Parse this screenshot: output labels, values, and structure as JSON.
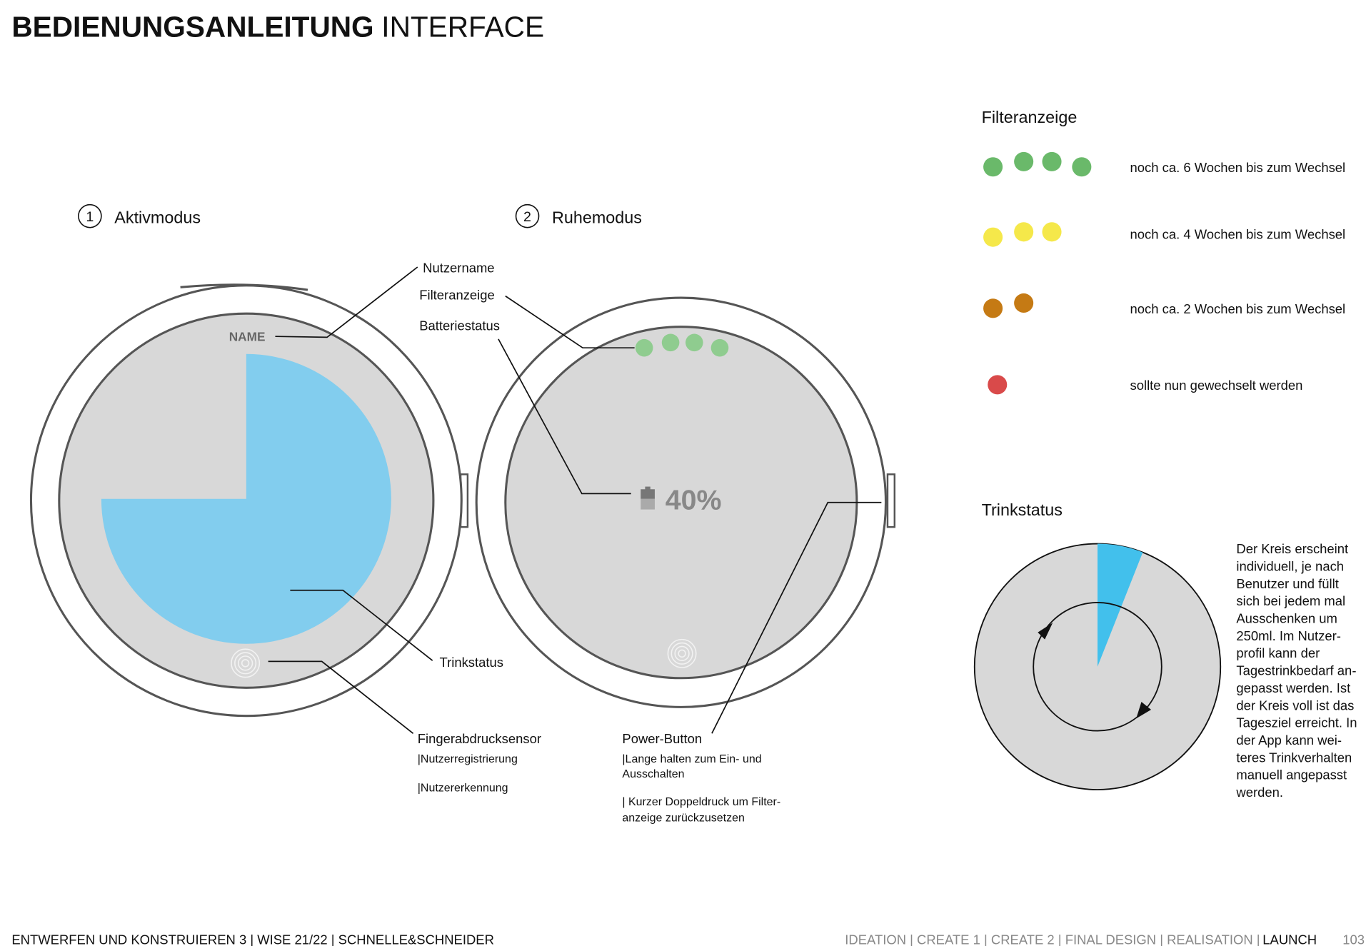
{
  "header": {
    "title_bold": "BEDIENUNGSANLEITUNG",
    "title_light": "INTERFACE"
  },
  "modes": [
    {
      "number": "1",
      "label": "Aktivmodus"
    },
    {
      "number": "2",
      "label": "Ruhemodus"
    }
  ],
  "watch_active": {
    "name_display": "NAME",
    "drink_progress_percent": 75
  },
  "watch_rest": {
    "battery_text": "40%",
    "battery_percent": 40,
    "filter_dots": 4
  },
  "callouts": {
    "nutzername": "Nutzername",
    "filteranzeige": "Filteranzeige",
    "batteriestatus": "Batteriestatus",
    "trinkstatus": "Trinkstatus",
    "fingerprint": {
      "title": "Fingerabdrucksensor",
      "lines": [
        "|Nutzerregistrierung",
        "|Nutzererkennung"
      ]
    },
    "power": {
      "title": "Power-Button",
      "lines": [
        "|Lange halten zum Ein- und",
        "Ausschalten",
        "| Kurzer Doppeldruck um Filter-",
        "anzeige zurückzusetzen"
      ]
    }
  },
  "legend": {
    "title": "Filteranzeige",
    "rows": [
      {
        "dots": 4,
        "color": "#6ab96a",
        "text": "noch ca. 6 Wochen bis zum Wechsel"
      },
      {
        "dots": 3,
        "color": "#f5e84a",
        "text": "noch ca. 4 Wochen bis zum Wechsel"
      },
      {
        "dots": 2,
        "color": "#c57a14",
        "text": "noch ca. 2 Wochen bis zum Wechsel"
      },
      {
        "dots": 1,
        "color": "#d94a4a",
        "text": "sollte nun gewechselt werden"
      }
    ]
  },
  "trinkstatus": {
    "title": "Trinkstatus",
    "example_fill_percent": 6,
    "description": [
      "Der Kreis erscheint",
      "individuell, je nach",
      "Benutzer und füllt",
      "sich bei jedem mal",
      "Ausschenken um",
      "250ml. Im Nutzer-",
      "profil kann der",
      "Tagestrinkbedarf an-",
      "gepasst werden. Ist",
      "der Kreis voll ist das",
      "Tagesziel erreicht. In",
      "der App kann wei-",
      "teres Trinkverhalten",
      "manuell angepasst",
      "werden."
    ]
  },
  "footer": {
    "left": "ENTWERFEN UND KONSTRUIEREN 3 | WISE 21/22 | SCHNELLE&SCHNEIDER",
    "nav": "IDEATION | CREATE 1 | CREATE 2 | FINAL DESIGN | REALISATION |",
    "nav_active": "LAUNCH",
    "page": "103"
  },
  "colors": {
    "drink_blue": "#82cdee",
    "drink_blue_example": "#42c0ec",
    "watch_face": "#d8d8d8"
  }
}
